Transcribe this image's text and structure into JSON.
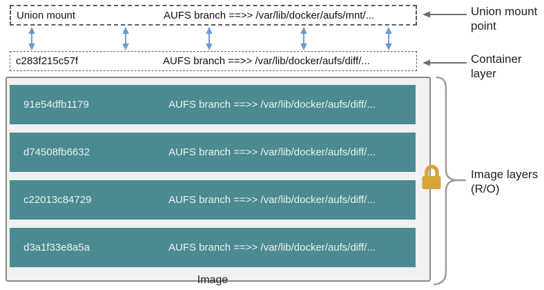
{
  "union_mount": {
    "label": "Union mount",
    "branch": "AUFS branch ==>> /var/lib/docker/aufs/mnt/..."
  },
  "container_layer": {
    "id": "c283f215c57f",
    "branch": "AUFS branch ==>> /var/lib/docker/aufs/diff/..."
  },
  "image": {
    "caption": "Image",
    "layers": [
      {
        "id": "91e54dfb1179",
        "branch": "AUFS branch ==>> /var/lib/docker/aufs/diff/..."
      },
      {
        "id": "d74508fb6632",
        "branch": "AUFS branch ==>> /var/lib/docker/aufs/diff/..."
      },
      {
        "id": "c22013c84729",
        "branch": "AUFS branch ==>> /var/lib/docker/aufs/diff/..."
      },
      {
        "id": "d3a1f33e8a5a",
        "branch": "AUFS branch ==>> /var/lib/docker/aufs/diff/..."
      }
    ]
  },
  "annotations": {
    "union_mount_point": "Union mount point",
    "container_layer": "Container layer",
    "image_layers": "Image layers (R/O)"
  },
  "icons": {
    "lock": "lock-icon"
  },
  "colors": {
    "layer_teal": "#4c8a92",
    "arrow_blue": "#6b9bd2",
    "lock_gold": "#d9a33b",
    "image_box_fill": "#f1f1f1",
    "image_box_border": "#8a8a8a",
    "dashed_border_dark": "#595959",
    "dashed_border_slate": "#4f5d6b",
    "brace_gray": "#9a9a9a"
  }
}
